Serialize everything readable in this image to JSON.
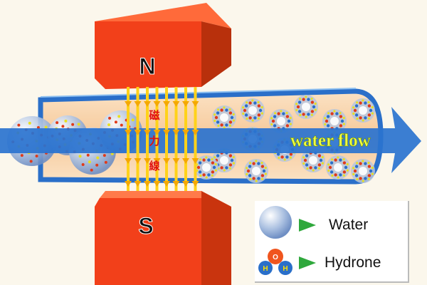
{
  "magnets": {
    "north_label": "N",
    "south_label": "S",
    "color": "#f2401a"
  },
  "field_label": [
    "磁",
    "力",
    "線"
  ],
  "flow_label": "water flow",
  "legend": {
    "items": [
      {
        "icon": "water-sphere-icon",
        "label": "Water"
      },
      {
        "icon": "hydrone-molecule-icon",
        "label": "Hydrone",
        "atoms": [
          "O",
          "H",
          "H"
        ]
      }
    ]
  },
  "colors": {
    "pipe": "#2a6fc9",
    "field_lines": "#ffd21a",
    "flow_text": "#f0ff40",
    "legend_arrow": "#2fa83c"
  }
}
